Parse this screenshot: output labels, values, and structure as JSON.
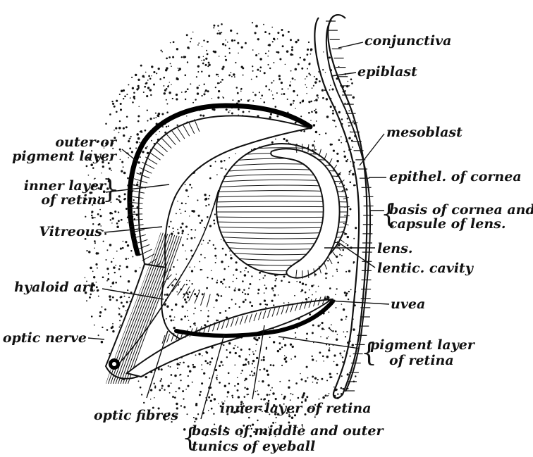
{
  "labels": {
    "conjunctiva": "conjunctiva",
    "epiblast": "epiblast",
    "mesoblast": "mesoblast",
    "outer_pigment_1": "outer or",
    "outer_pigment_2": "pigment layer",
    "epithel_cornea": "epithel. of cornea",
    "inner_retina_1": "inner layer",
    "inner_retina_2": "of retina",
    "basis_cornea_1": "basis of cornea and",
    "basis_cornea_2": "capsule of lens.",
    "vitreous": "Vitreous",
    "lens": "lens.",
    "lentic_cavity": "lentic. cavity",
    "hyaloid": "hyaloid art.",
    "uvea": "uvea",
    "optic_nerve": "optic nerve",
    "pigment_retina_1": "pigment layer",
    "pigment_retina_2": "of retina",
    "optic_fibres": "optic fibres",
    "inner_retina_bottom": "inner layer of retina",
    "basis_middle_1": "basis of middle and outer",
    "basis_middle_2": "tunics of eyeball"
  },
  "colors": {
    "ink": "#111111",
    "paper": "#ffffff"
  }
}
